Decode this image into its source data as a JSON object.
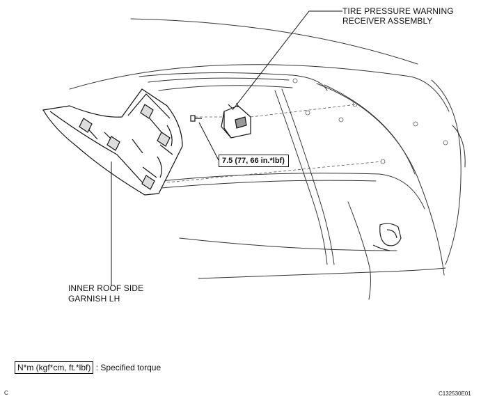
{
  "labels": {
    "tire_pressure_line1": "TIRE PRESSURE WARNING",
    "tire_pressure_line2": "RECEIVER ASSEMBLY",
    "inner_roof_line1": "INNER ROOF SIDE",
    "inner_roof_line2": "GARNISH LH",
    "torque_value": "7.5 (77, 66 in.*lbf)"
  },
  "legend": {
    "unit_box": "N*m (kgf*cm, ft.*lbf)",
    "separator": ":",
    "description": "Specified torque"
  },
  "footer": {
    "left_code": "C",
    "right_code": "C132530E01"
  }
}
